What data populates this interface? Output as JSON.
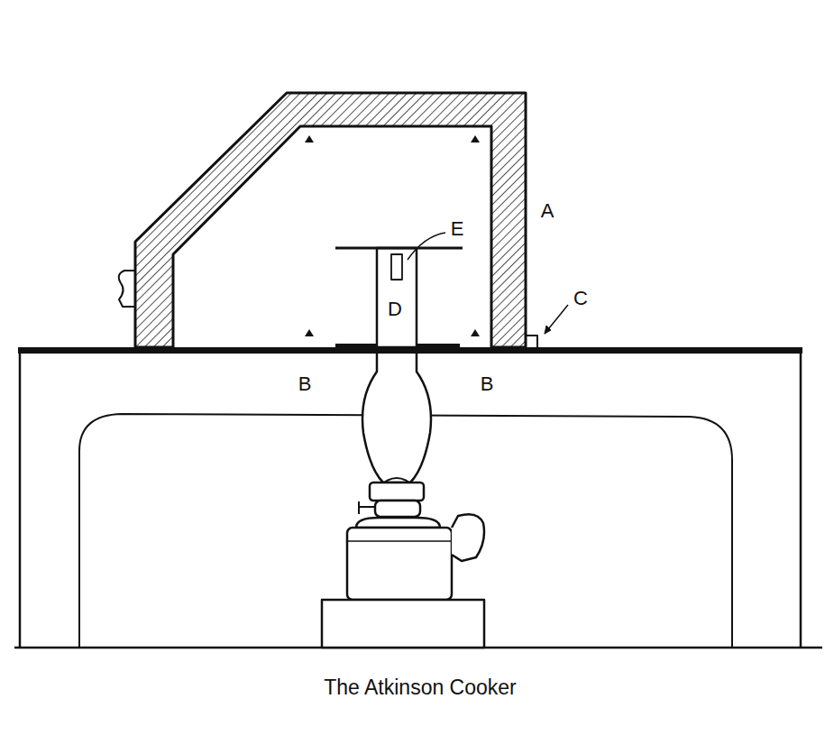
{
  "diagram": {
    "caption": "The Atkinson Cooker",
    "labels": [
      "A",
      "E",
      "D",
      "C",
      "B",
      "B"
    ]
  }
}
